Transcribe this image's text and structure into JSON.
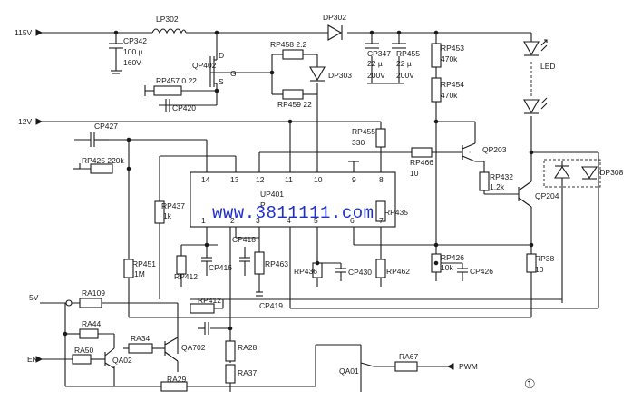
{
  "rails": {
    "v115": "115V",
    "v12": "12V",
    "v5": "5V",
    "en": "EN",
    "pwm": "PWM"
  },
  "ic": {
    "name": "UP401",
    "name_partial": "P",
    "pins_top": [
      "14",
      "13",
      "12",
      "11",
      "10",
      "9",
      "8"
    ],
    "pins_bottom": [
      "1",
      "2",
      "3",
      "4",
      "5",
      "6",
      "7"
    ]
  },
  "components": {
    "lp302": "LP302",
    "cp342": "CP342",
    "cp342_val1": "100 µ",
    "cp342_val2": "160V",
    "dp302_top": "DP302",
    "qp402": "QP402",
    "qp402_d": "D",
    "qp402_g": "G",
    "qp402_s": "S",
    "rp458": "RP458  2.2",
    "rp459": "RP459  22",
    "dp303": "DP303",
    "rp457": "RP457  0.22",
    "cp420": "CP420",
    "cp347": "CP347",
    "cp347_val1": "22 µ",
    "cp347_val2": "200V",
    "rp455_cap": "RP455",
    "rp455_cap_val1": "22 µ",
    "rp455_cap_val2": "200V",
    "rp453": "RP453",
    "rp453_val": "470k",
    "rp454": "RP454",
    "rp454_val": "470k",
    "led": "LED",
    "cp427": "CP427",
    "rp425": "RP425  220k",
    "rp455": "RP455",
    "rp455_val": "330",
    "rp466": "RP466",
    "rp466_val": "10",
    "qp203": "QP203",
    "rp432": "RP432",
    "rp432_val": "1.2k",
    "qp204": "QP204",
    "idp308": "IDP308",
    "rp437": "RP437",
    "rp437_val": "1k",
    "rp435": "RP435",
    "rp451": "RP451",
    "rp451_val": "1M",
    "cp418": "CP418",
    "rp412_a": "RP412",
    "cp416": "CP416",
    "rp463": "RP463",
    "rp436": "RP436",
    "cp430": "CP430",
    "rp462": "RP462",
    "rp426": "RP426",
    "rp426_val": "10k",
    "cp426": "CP426",
    "rp38": "RP38",
    "rp38_val": "10",
    "cp419": "CP419",
    "ra109": "RA109",
    "rp412_b": "RP412",
    "ra44": "RA44",
    "ra50": "RA50",
    "qa02": "QA02",
    "ra34": "RA34",
    "qa702": "QA702",
    "ra28": "RA28",
    "ra37": "RA37",
    "ra29": "RA29",
    "qa01": "QA01",
    "ra67": "RA67"
  },
  "watermark": "www.3811111.com",
  "figure_number": "①"
}
